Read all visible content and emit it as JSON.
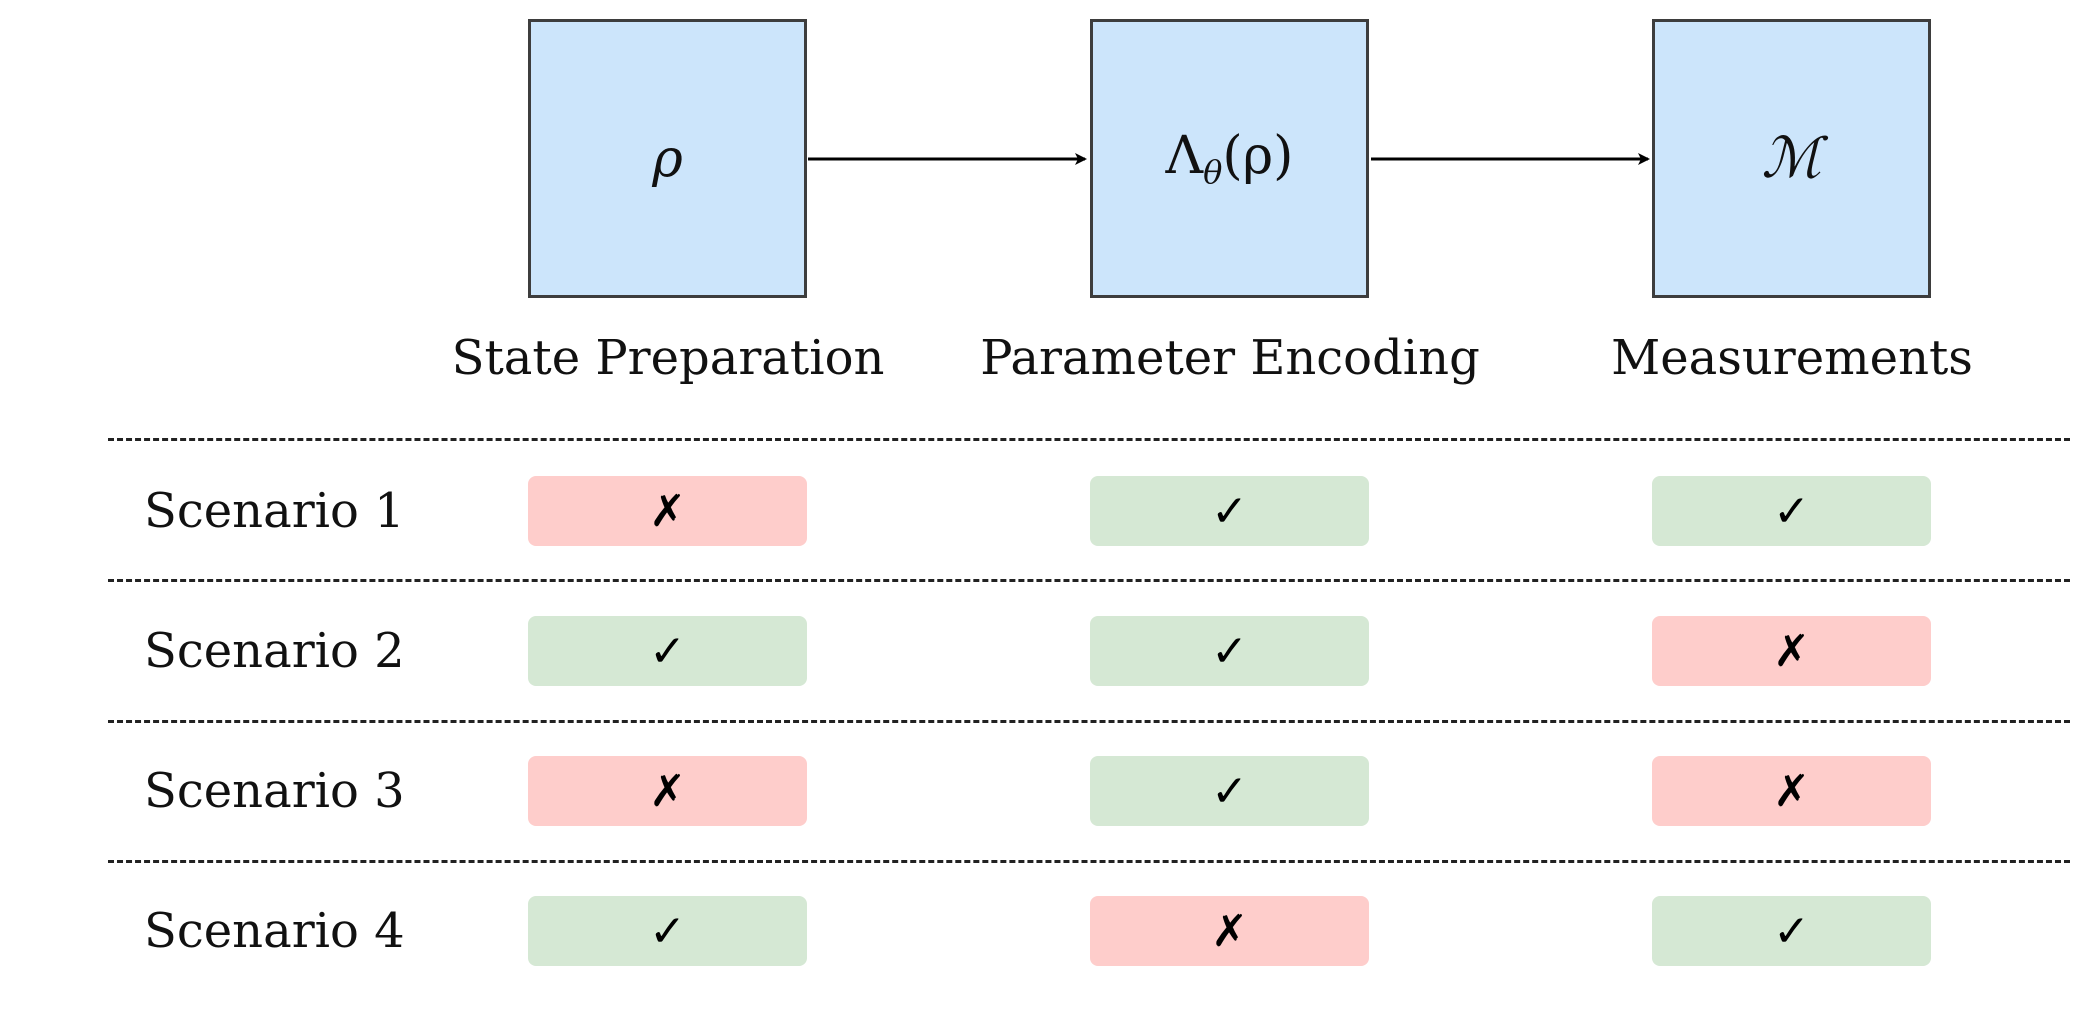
{
  "stages": [
    {
      "id": "state",
      "symbol": "ρ",
      "label": "State Preparation"
    },
    {
      "id": "encoding",
      "symbol_main": "Λ",
      "symbol_sub": "θ",
      "symbol_tail": "(ρ)",
      "label": "Parameter Encoding"
    },
    {
      "id": "measure",
      "symbol": "ℳ",
      "label": "Measurements"
    }
  ],
  "scenarios": [
    {
      "label": "Scenario 1",
      "marks": [
        "✗",
        "✓",
        "✓"
      ]
    },
    {
      "label": "Scenario 2",
      "marks": [
        "✓",
        "✓",
        "✗"
      ]
    },
    {
      "label": "Scenario 3",
      "marks": [
        "✗",
        "✓",
        "✗"
      ]
    },
    {
      "label": "Scenario 4",
      "marks": [
        "✓",
        "✗",
        "✓"
      ]
    }
  ],
  "colors": {
    "box_fill": "#cce5fb",
    "box_border": "#3d3d3d",
    "check_fill": "#d5e8d4",
    "cross_fill": "#fecdcb"
  }
}
